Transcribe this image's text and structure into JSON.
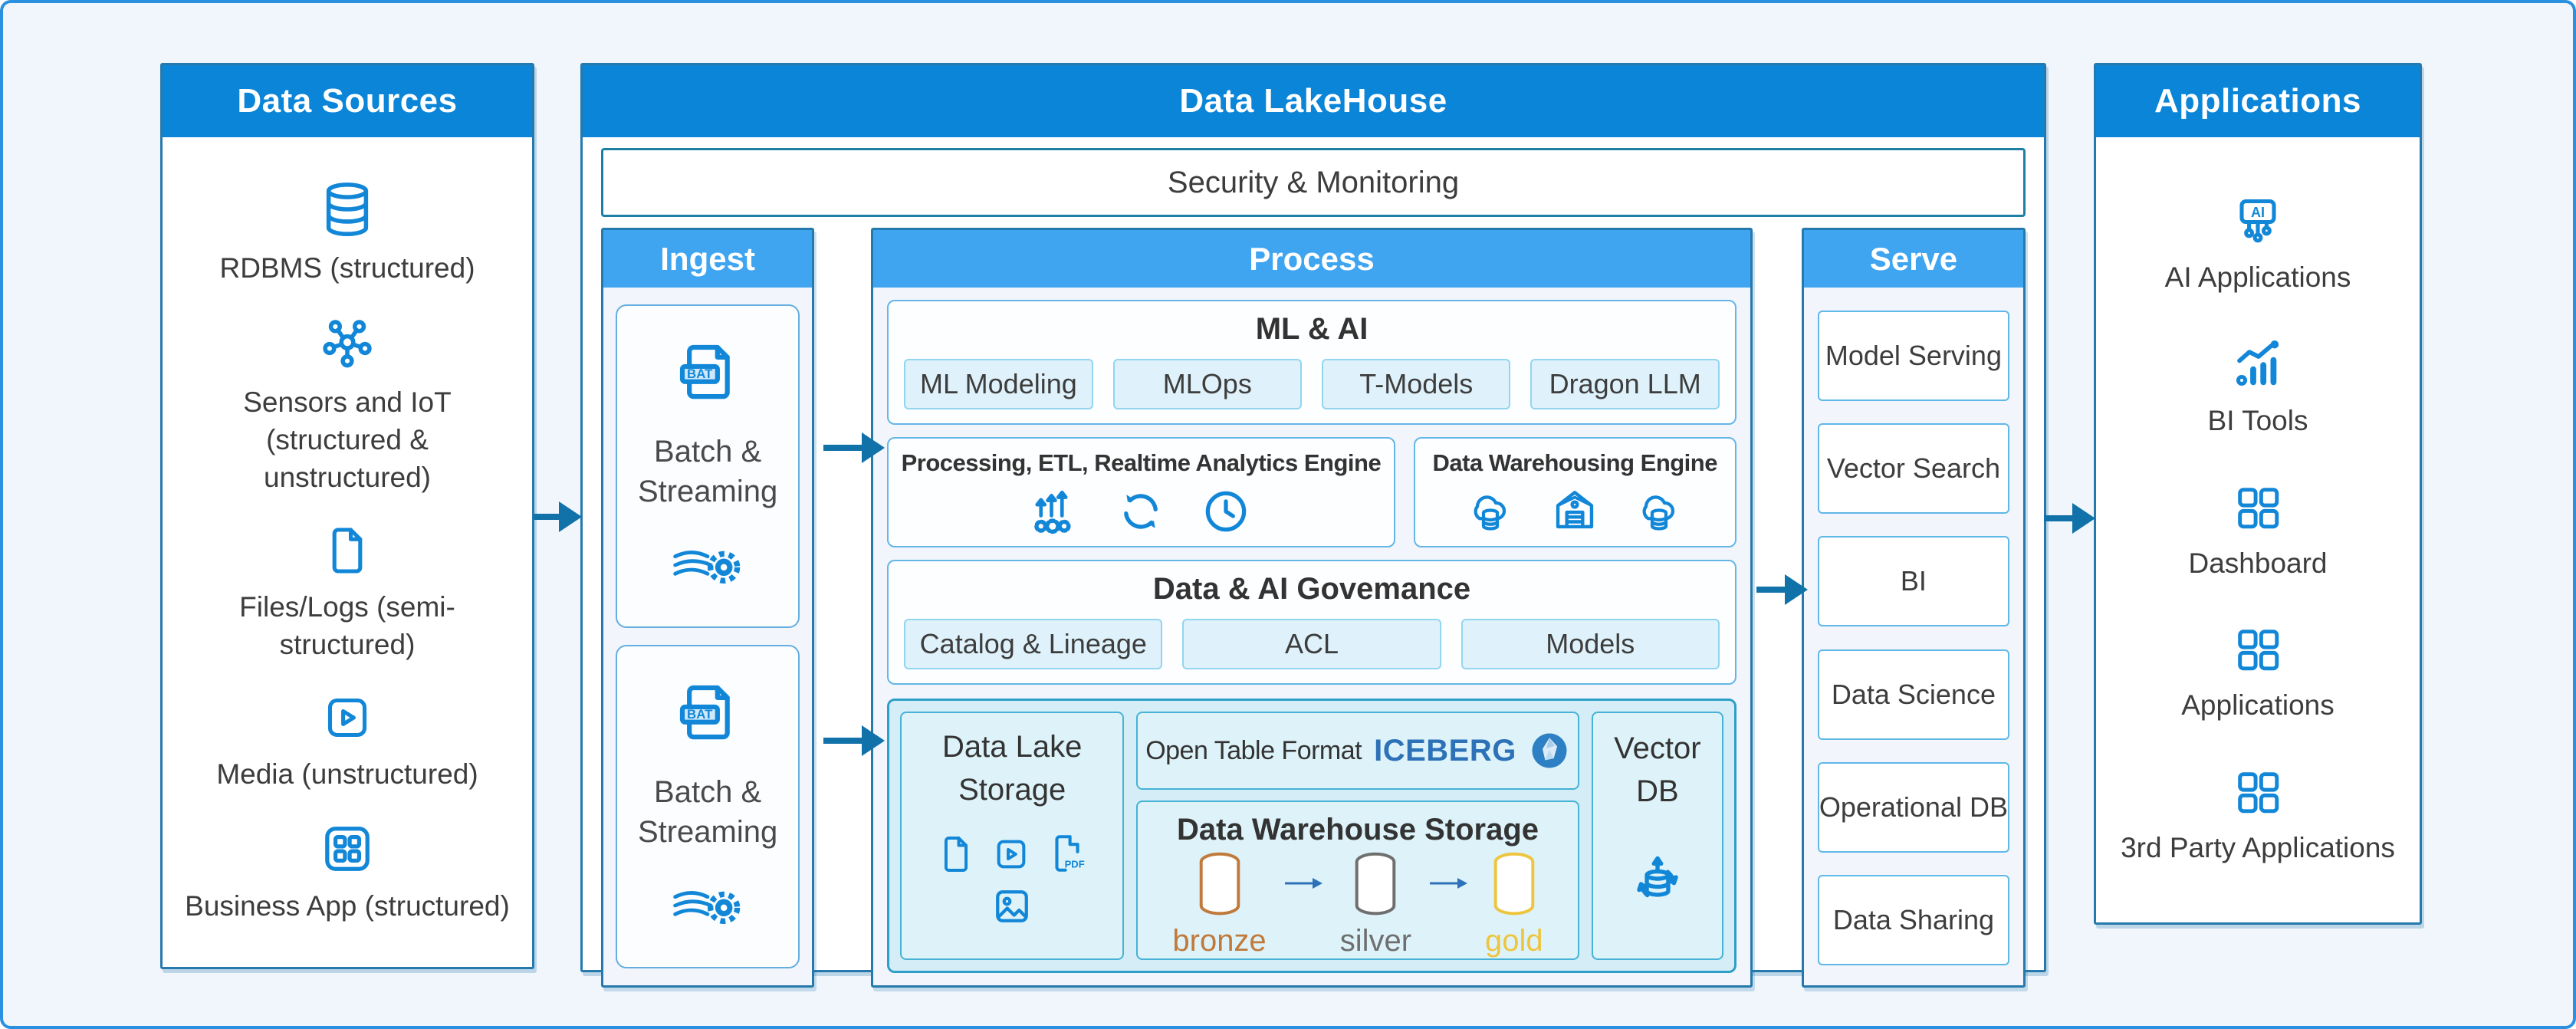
{
  "colors": {
    "page_bg": "#f1f6fd",
    "page_border": "#2b90e0",
    "header_blue": "#0b85d7",
    "subheader_blue": "#3fa5f1",
    "panel_border": "#2679ad",
    "accent_icon_blue": "#1287d8",
    "arrow_blue": "#1171a9",
    "chip_bg": "#dff2fb",
    "storage_bg": "#d4edf6",
    "iceberg_brand_blue": "#2d72b8"
  },
  "data_sources": {
    "title": "Data Sources",
    "items": [
      {
        "icon": "database-icon",
        "label": "RDBMS (structured)"
      },
      {
        "icon": "iot-network-icon",
        "label": "Sensors and IoT (structured & unstructured)"
      },
      {
        "icon": "file-icon",
        "label": "Files/Logs (semi-structured)"
      },
      {
        "icon": "media-play-icon",
        "label": "Media (unstructured)"
      },
      {
        "icon": "app-grid-icon",
        "label": "Business App (structured)"
      }
    ]
  },
  "lakehouse": {
    "title": "Data LakeHouse",
    "security_bar": "Security & Monitoring",
    "ingest": {
      "title": "Ingest",
      "boxes": [
        {
          "icon": "bat-file-icon",
          "label": "Batch & Streaming",
          "icon2": "stream-gear-icon"
        },
        {
          "icon": "bat-file-icon",
          "label": "Batch & Streaming",
          "icon2": "stream-gear-icon"
        }
      ]
    },
    "process": {
      "title": "Process",
      "ml_ai": {
        "title": "ML & AI",
        "chips": [
          "ML Modeling",
          "MLOps",
          "T-Models",
          "Dragon LLM"
        ]
      },
      "engines": [
        {
          "title": "Processing, ETL, Realtime Analytics Engine",
          "icons": [
            "efficiency-gears-icon",
            "refresh-icon",
            "clock-icon"
          ]
        },
        {
          "title": "Data Warehousing Engine",
          "icons": [
            "cloud-database-icon",
            "warehouse-icon",
            "cloud-database-icon"
          ]
        }
      ],
      "governance": {
        "title": "Data & AI Govemance",
        "chips": [
          "Catalog & Lineage",
          "ACL",
          "Models"
        ]
      },
      "storage": {
        "data_lake": {
          "title": "Data Lake Storage",
          "icons": [
            "file-icon",
            "video-file-icon",
            "pdf-file-icon",
            "image-icon"
          ]
        },
        "open_table": {
          "label": "Open Table Format",
          "brand": "ICEBERG",
          "icon": "iceberg-logo-icon"
        },
        "warehouse": {
          "title": "Data Warehouse Storage",
          "tiers": [
            {
              "label": "bronze",
              "color": "#c07a3c"
            },
            {
              "label": "silver",
              "color": "#6f6f6f"
            },
            {
              "label": "gold",
              "color": "#edc53f"
            }
          ]
        },
        "vector_db": {
          "title": "Vector DB",
          "icon": "vector-database-icon"
        }
      }
    },
    "serve": {
      "title": "Serve",
      "items": [
        "Model Serving",
        "Vector Search",
        "BI",
        "Data Science",
        "Operational DB",
        "Data Sharing"
      ]
    }
  },
  "applications": {
    "title": "Applications",
    "items": [
      {
        "icon": "ai-chip-icon",
        "label": "AI Applications"
      },
      {
        "icon": "bi-chart-icon",
        "label": "BI Tools"
      },
      {
        "icon": "dashboard-grid-icon",
        "label": "Dashboard"
      },
      {
        "icon": "apps-grid-icon",
        "label": "Applications"
      },
      {
        "icon": "third-party-grid-icon",
        "label": "3rd Party Applications"
      }
    ]
  }
}
